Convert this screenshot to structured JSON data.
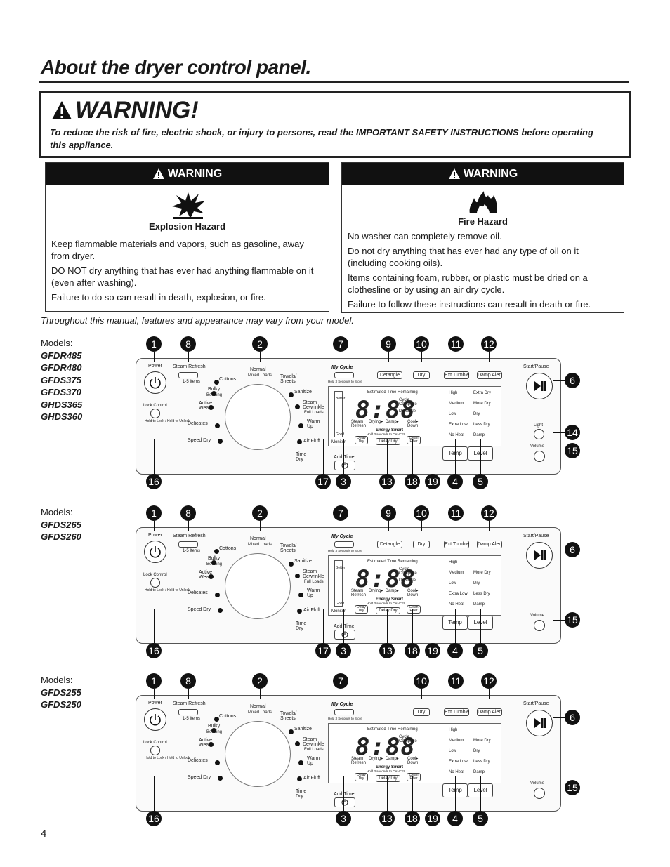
{
  "page": {
    "title": "About the dryer control panel.",
    "number": "4"
  },
  "main_warning": {
    "title": "WARNING!",
    "text": "To reduce the risk of fire, electric shock, or injury to persons, read the IMPORTANT SAFETY INSTRUCTIONS before operating this appliance."
  },
  "explosion_box": {
    "header": "WARNING",
    "label": "Explosion Hazard",
    "paragraphs": [
      "Keep flammable materials and vapors, such as gasoline, away from dryer.",
      "DO NOT dry anything that has ever had anything flammable on it (even after washing).",
      "Failure to do so can result in death, explosion, or fire."
    ]
  },
  "fire_box": {
    "header": "WARNING",
    "label": "Fire Hazard",
    "paragraphs": [
      "No washer can completely remove oil.",
      "Do not dry anything that has ever had any type of oil on it (including cooking oils).",
      "Items containing foam, rubber, or plastic must be dried on a clothesline or by using an air dry cycle.",
      "Failure to follow these instructions can result in death or fire."
    ]
  },
  "note": "Throughout this manual, features and appearance may vary from your model.",
  "models_heading": "Models:",
  "panel_groups": [
    {
      "models": [
        "GFDR485",
        "GFDR480",
        "GFDS375",
        "GFDS370",
        "GHDS365",
        "GHDS360"
      ],
      "top_callouts": [
        "1",
        "8",
        "2",
        "7",
        "9",
        "10",
        "11",
        "12"
      ],
      "bottom_callouts": [
        "16",
        "17",
        "3",
        "13",
        "18",
        "19",
        "4",
        "5"
      ],
      "right_callouts": [
        "6",
        "14",
        "15"
      ]
    },
    {
      "models": [
        "GFDS265",
        "GFDS260"
      ],
      "top_callouts": [
        "1",
        "8",
        "2",
        "7",
        "9",
        "10",
        "11",
        "12"
      ],
      "bottom_callouts": [
        "16",
        "17",
        "3",
        "13",
        "18",
        "19",
        "4",
        "5"
      ],
      "right_callouts": [
        "6",
        "15"
      ]
    },
    {
      "models": [
        "GFDS255",
        "GFDS250"
      ],
      "top_callouts": [
        "1",
        "8",
        "2",
        "7",
        "10",
        "11",
        "12"
      ],
      "bottom_callouts": [
        "16",
        "3",
        "13",
        "18",
        "19",
        "4",
        "5"
      ],
      "right_callouts": [
        "6",
        "15"
      ]
    }
  ],
  "panel": {
    "power": "Power",
    "lock_control": "Lock Control",
    "lock_hold": "Hold to Lock / Hold to Unlock",
    "steam_refresh": "Steam Refresh",
    "steam_items": "1-5 Items",
    "normal": "Normal",
    "mixed_loads": "Mixed Loads",
    "cottons": "Cottons",
    "towels": "Towels/\nSheets",
    "bulky": "Bulky",
    "bedding": "Bedding",
    "sanitize": "Sanitize",
    "active_wear": "Active\nWear",
    "steam_dewrinkle": "Steam\nDewrinkle",
    "full_loads": "Full Loads",
    "delicates": "Delicates",
    "warm_up": "Warm\nUp",
    "speed_dry": "Speed Dry",
    "air_fluff": "Air Fluff",
    "time_dry": "Time\nDry",
    "my_cycle": "My Cycle",
    "hold_store": "Hold 3 Seconds to Store",
    "add_time": "Add Time",
    "better": "Better",
    "good": "Good",
    "monitor": "Monitor",
    "estimated": "Estimated Time Remaining",
    "digits": "8:88",
    "cycle_complete": "Cycle\nComplete",
    "detangle_ind": "Detangle",
    "steam_refresh_ind": "Steam\nRefresh",
    "drying_seq": "Drying▸  Damp▸",
    "cool_down": "Cool▸\nDown",
    "energy_smart": "Energy Smart",
    "hold_cancel": "Hold 3 seconds to CANCEL",
    "delay_dry_small": "Delay\nDry",
    "delay_dry": "Delay Dry",
    "clean_filter": "Clean\nFilter",
    "detangle_btn": "Detangle",
    "edry": "Dry",
    "ext_tumble": "Ext Tumble",
    "damp_alert": "Damp Alert",
    "temps": [
      "High",
      "Medium",
      "Low",
      "Extra Low",
      "No Heat"
    ],
    "levels": [
      "Extra Dry",
      "More Dry",
      "Dry",
      "Less Dry",
      "Damp"
    ],
    "temp": "Temp",
    "level": "Level",
    "start_pause": "Start/Pause",
    "light": "Light",
    "volume": "Volume"
  },
  "colors": {
    "ink": "#111111",
    "panel": "#fafafa"
  }
}
